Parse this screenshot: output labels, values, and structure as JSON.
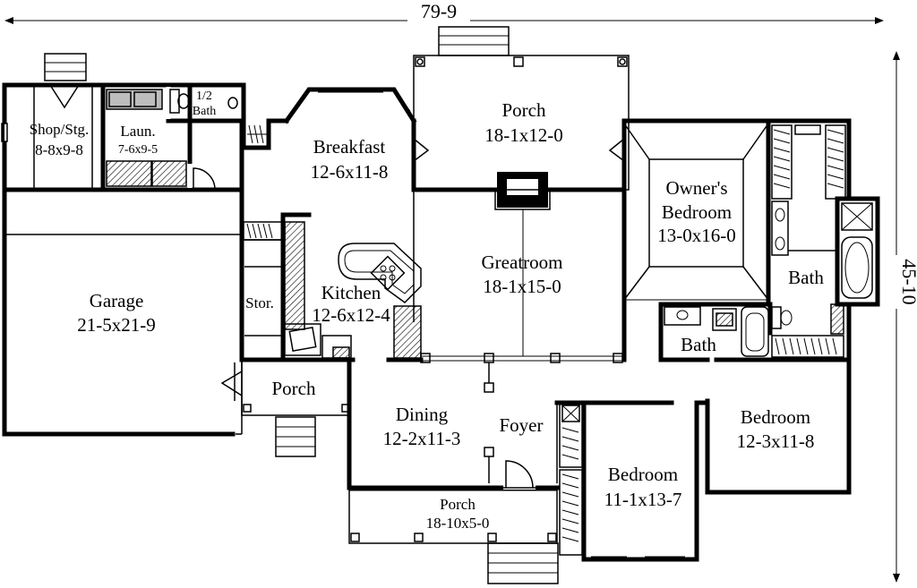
{
  "dimensions": {
    "width": "79-9",
    "depth": "45-10"
  },
  "rooms": {
    "shop": {
      "name": "Shop/Stg.",
      "size": "8-8x9-8"
    },
    "laundry": {
      "name": "Laun.",
      "size": "7-6x9-5"
    },
    "half_bath": {
      "name_line1": "1/2",
      "name_line2": "Bath"
    },
    "breakfast": {
      "name": "Breakfast",
      "size": "12-6x11-8"
    },
    "rear_porch": {
      "name": "Porch",
      "size": "18-1x12-0"
    },
    "owners_bedroom": {
      "name_line1": "Owner's",
      "name_line2": "Bedroom",
      "size": "13-0x16-0"
    },
    "owners_bath": {
      "name": "Bath"
    },
    "garage": {
      "name": "Garage",
      "size": "21-5x21-9"
    },
    "storage": {
      "name": "Stor."
    },
    "kitchen": {
      "name": "Kitchen",
      "size": "12-6x12-4"
    },
    "greatroom": {
      "name": "Greatroom",
      "size": "18-1x15-0"
    },
    "hall_bath": {
      "name": "Bath"
    },
    "side_porch": {
      "name": "Porch"
    },
    "dining": {
      "name": "Dining",
      "size": "12-2x11-3"
    },
    "foyer": {
      "name": "Foyer"
    },
    "bedroom_right": {
      "name": "Bedroom",
      "size": "12-3x11-8"
    },
    "bedroom_front": {
      "name": "Bedroom",
      "size": "11-1x13-7"
    },
    "front_porch": {
      "name": "Porch",
      "size": "18-10x5-0"
    }
  }
}
